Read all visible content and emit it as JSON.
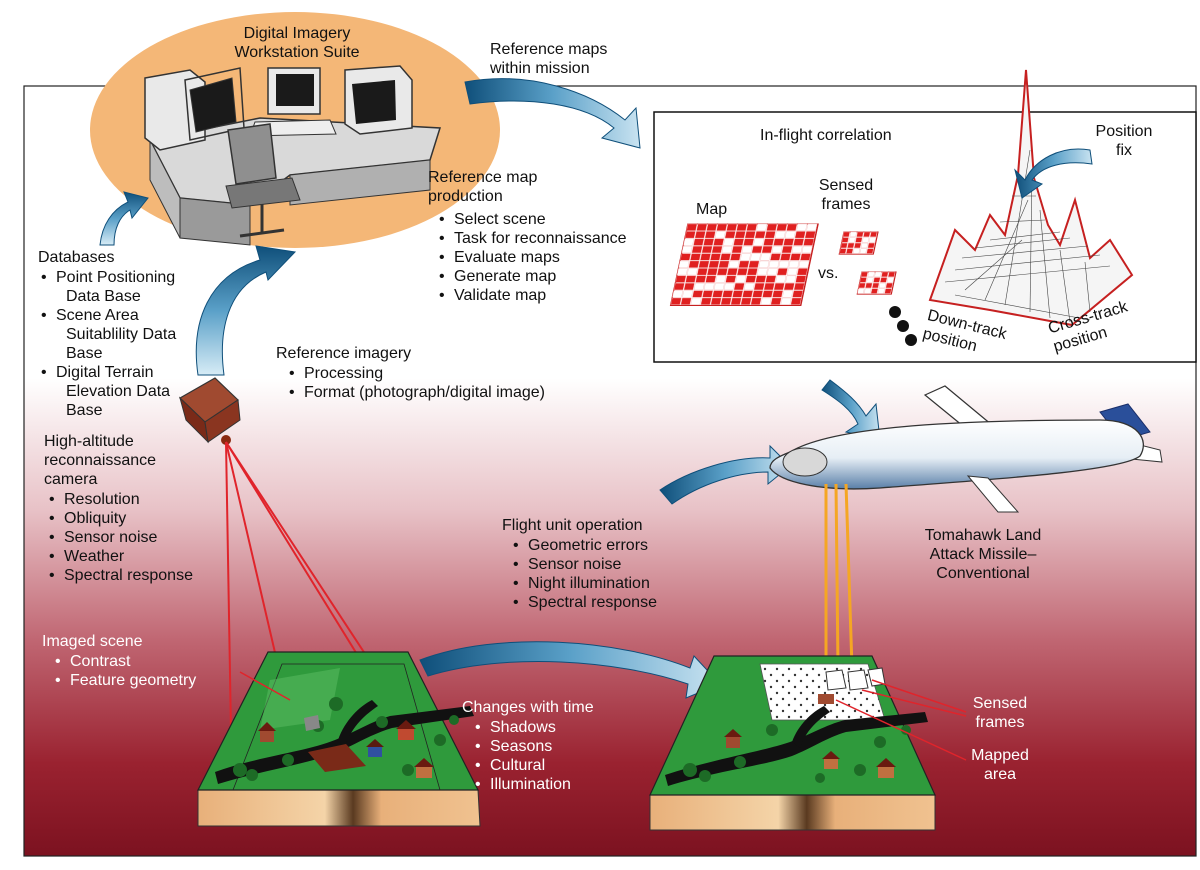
{
  "workstation": {
    "title_line1": "Digital Imagery",
    "title_line2": "Workstation Suite"
  },
  "reference_maps": {
    "line1": "Reference maps",
    "line2": "within mission"
  },
  "ref_map_production": {
    "title_line1": "Reference map",
    "title_line2": "production",
    "items": [
      "Select scene",
      "Task for reconnaissance",
      "Evaluate maps",
      "Generate map",
      "Validate map"
    ]
  },
  "inflight": {
    "title": "In-flight correlation",
    "map_label": "Map",
    "sensed_frames_line1": "Sensed",
    "sensed_frames_line2": "frames",
    "vs_label": "vs.",
    "position_fix_line1": "Position",
    "position_fix_line2": "fix",
    "down_track_line1": "Down-track",
    "down_track_line2": "position",
    "cross_track_line1": "Cross-track",
    "cross_track_line2": "position"
  },
  "databases": {
    "title": "Databases",
    "items": [
      {
        "line1": "Point Positioning",
        "line2": "Data Base"
      },
      {
        "line1": "Scene Area",
        "line2": "Suitablility Data",
        "line3": "Base"
      },
      {
        "line1": "Digital Terrain",
        "line2": "Elevation Data",
        "line3": "Base"
      }
    ]
  },
  "reference_imagery": {
    "title": "Reference imagery",
    "items": [
      "Processing",
      "Format (photograph/digital image)"
    ]
  },
  "camera": {
    "title_line1": "High-altitude",
    "title_line2": "reconnaissance",
    "title_line3": "camera",
    "items": [
      "Resolution",
      "Obliquity",
      "Sensor noise",
      "Weather",
      "Spectral response"
    ]
  },
  "flight_unit": {
    "title": "Flight unit operation",
    "items": [
      "Geometric errors",
      "Sensor noise",
      "Night illumination",
      "Spectral response"
    ]
  },
  "missile": {
    "line1": "Tomahawk Land",
    "line2": "Attack Missile–",
    "line3": "Conventional"
  },
  "imaged_scene": {
    "title": "Imaged scene",
    "items": [
      "Contrast",
      "Feature geometry"
    ]
  },
  "changes": {
    "title": "Changes with time",
    "items": [
      "Shadows",
      "Seasons",
      "Cultural",
      "Illumination"
    ]
  },
  "terrain_labels": {
    "sensed_line1": "Sensed",
    "sensed_line2": "frames",
    "mapped_line1": "Mapped",
    "mapped_line2": "area"
  },
  "colors": {
    "workstation_ellipse": "#f4b777",
    "arrow_blue": "#4a8bb4",
    "bg_gradient_bottom": "#8a1220",
    "terrain_green": "#2f9a3c",
    "map_red": "#e02020",
    "missile_white": "#ffffff",
    "sensor_beam": "#f5a623"
  }
}
